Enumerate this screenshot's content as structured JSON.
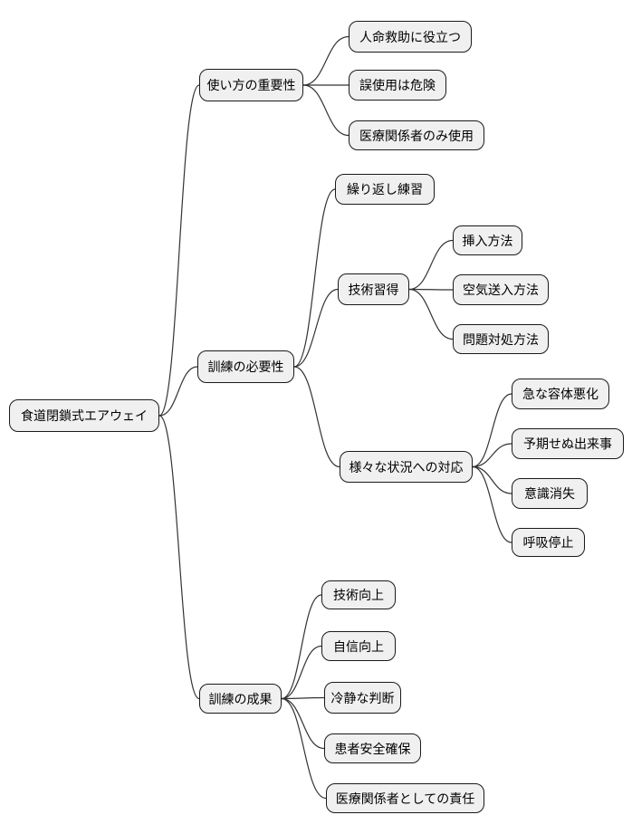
{
  "diagram": {
    "type": "mindmap",
    "orientation": "left-to-right",
    "colors": {
      "background": "#ffffff",
      "node_fill": "#f0f0f0",
      "node_border": "#1a1a1a",
      "edge": "#333333",
      "text": "#000000"
    }
  },
  "tree": {
    "label": "食道閉鎖式エアウェイ",
    "children": [
      {
        "label": "使い方の重要性",
        "children": [
          {
            "label": "人命救助に役立つ"
          },
          {
            "label": "誤使用は危険"
          },
          {
            "label": "医療関係者のみ使用"
          }
        ]
      },
      {
        "label": "訓練の必要性",
        "children": [
          {
            "label": "繰り返し練習"
          },
          {
            "label": "技術習得",
            "children": [
              {
                "label": "挿入方法"
              },
              {
                "label": "空気送入方法"
              },
              {
                "label": "問題対処方法"
              }
            ]
          },
          {
            "label": "様々な状況への対応",
            "children": [
              {
                "label": "急な容体悪化"
              },
              {
                "label": "予期せぬ出来事"
              },
              {
                "label": "意識消失"
              },
              {
                "label": "呼吸停止"
              }
            ]
          }
        ]
      },
      {
        "label": "訓練の成果",
        "children": [
          {
            "label": "技術向上"
          },
          {
            "label": "自信向上"
          },
          {
            "label": "冷静な判断"
          },
          {
            "label": "患者安全確保"
          },
          {
            "label": "医療関係者としての責任"
          }
        ]
      }
    ]
  }
}
